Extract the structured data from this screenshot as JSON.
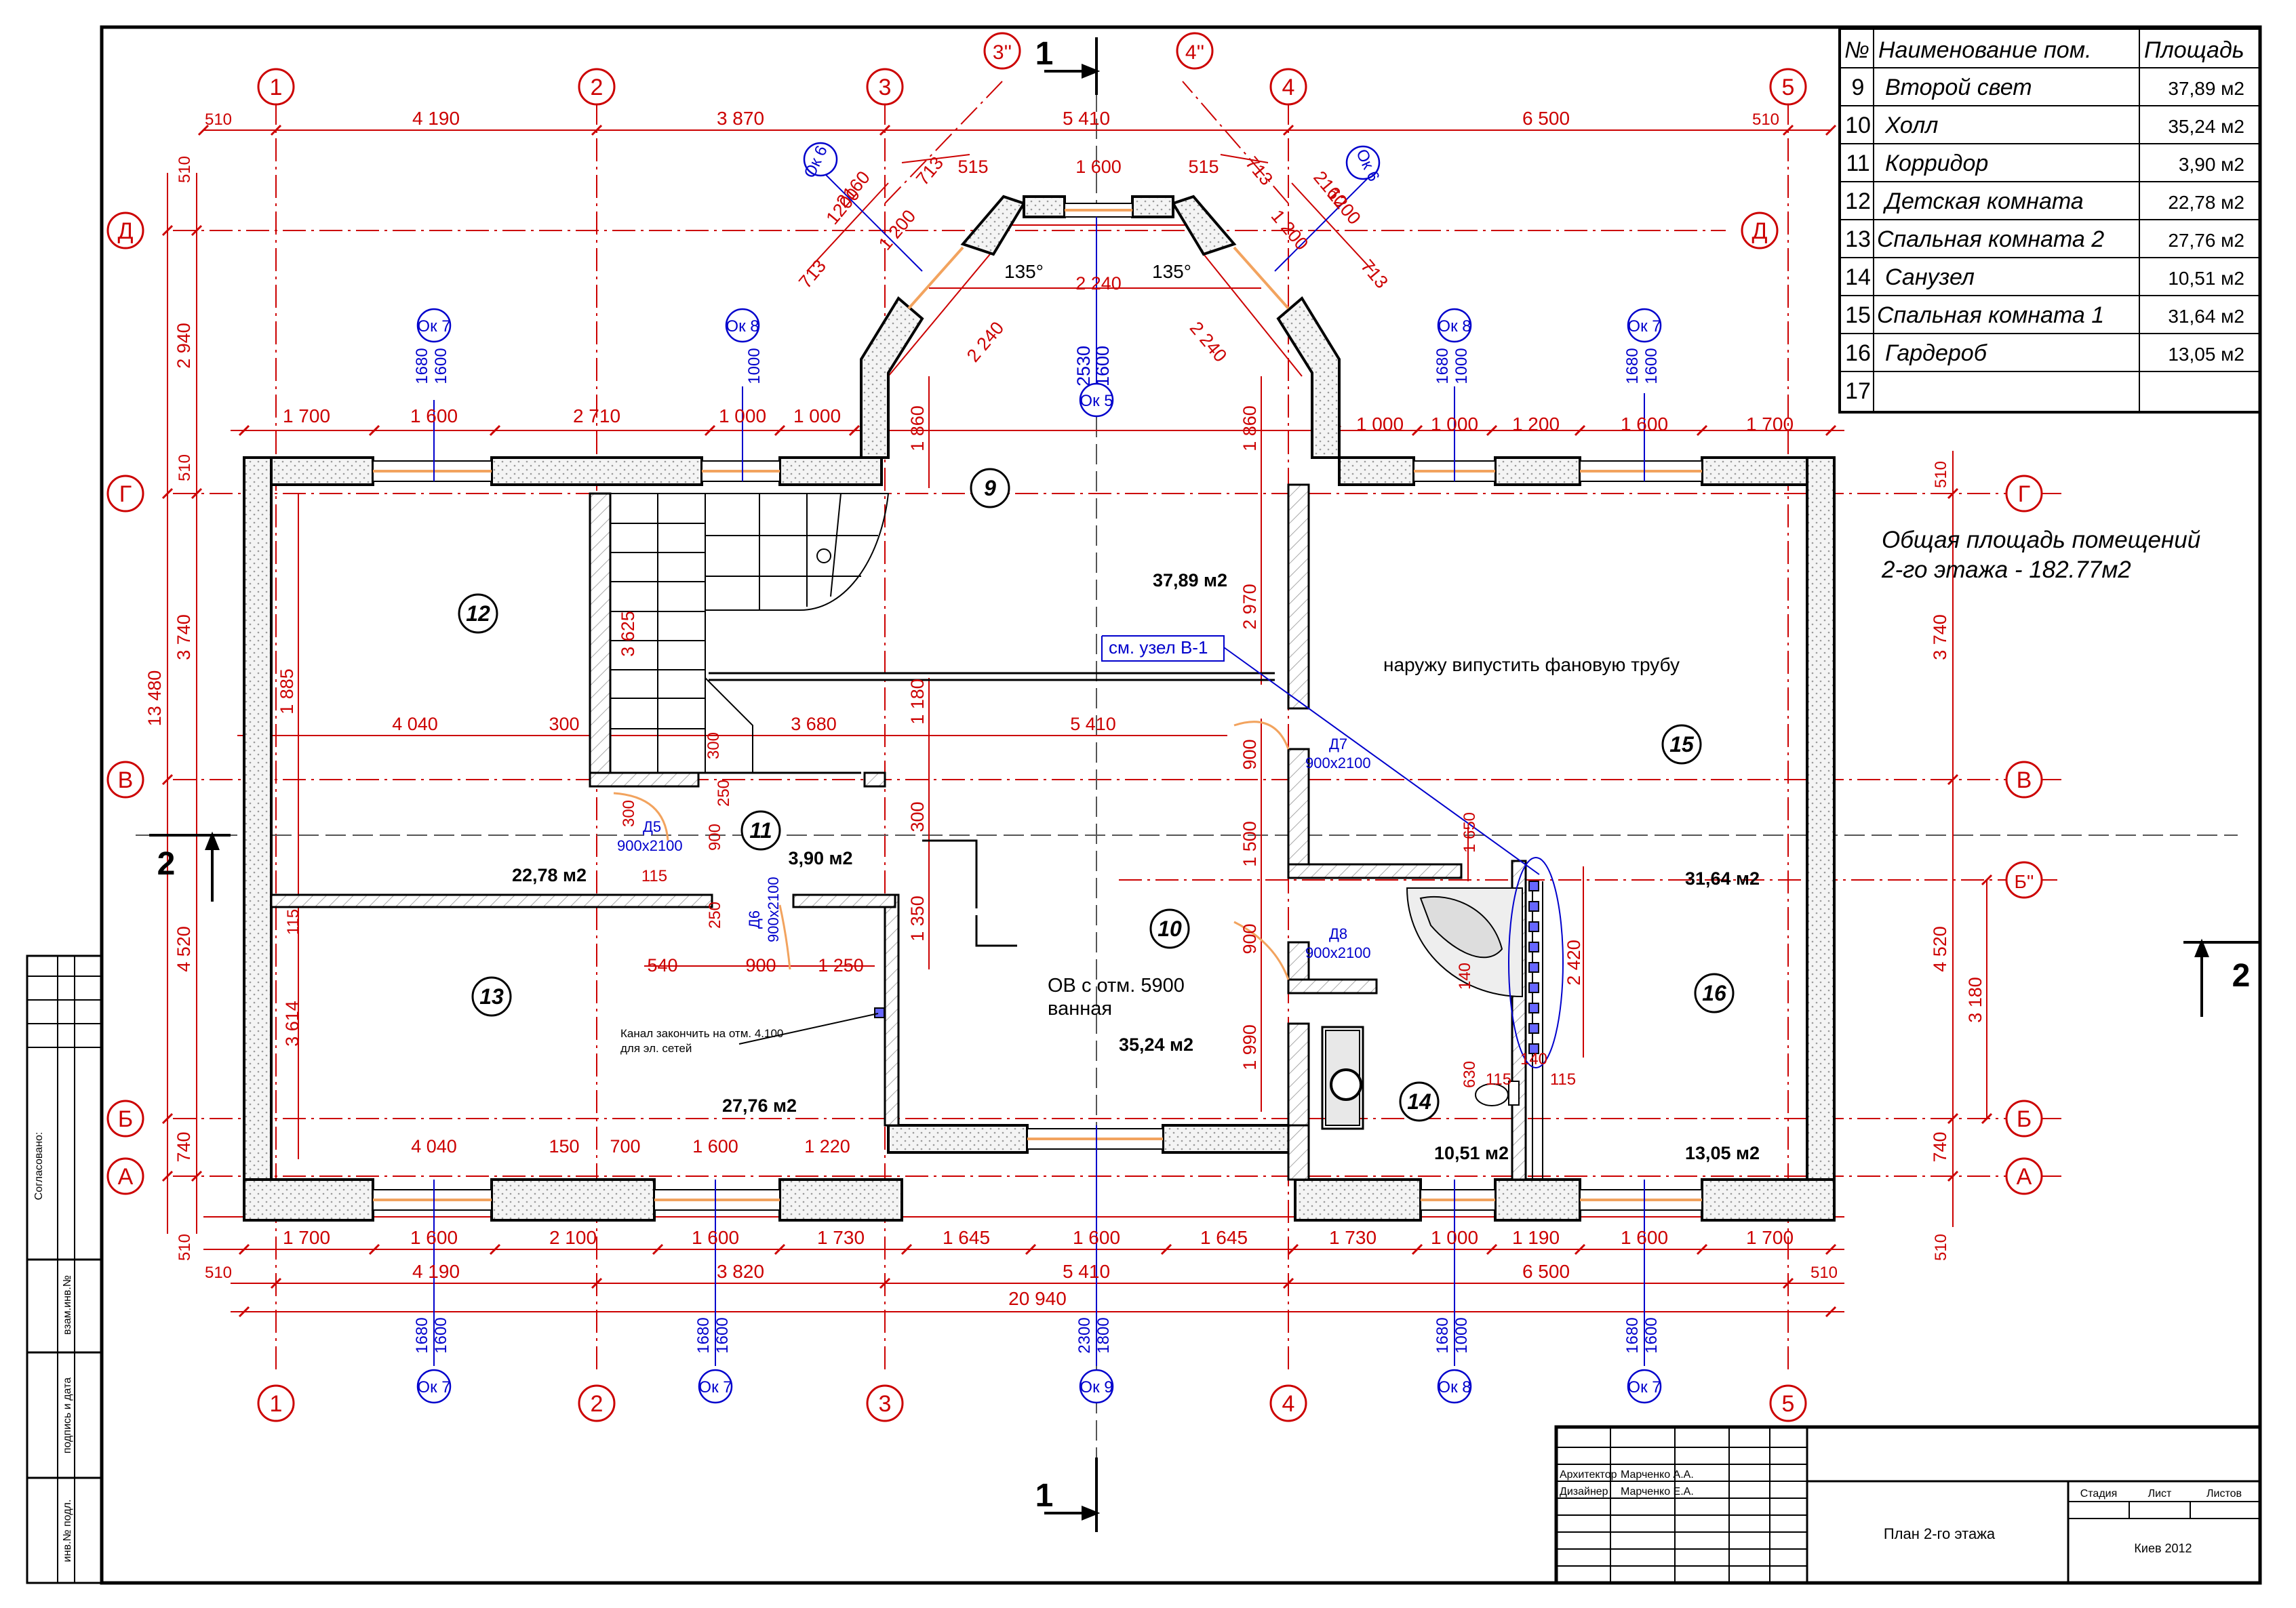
{
  "colors": {
    "axis": "#cc0000",
    "window": "#0000cc",
    "wall": "#000000",
    "hatch": "#9a9a9a",
    "glass": "#f2a35e"
  },
  "axes": {
    "columns": [
      "1",
      "2",
      "3",
      "3''",
      "4''",
      "4",
      "5"
    ],
    "rows": [
      "Д",
      "Г",
      "В",
      "Б''",
      "Б",
      "А"
    ]
  },
  "sections": {
    "section1": "1",
    "section2": "2"
  },
  "room_table": {
    "headers": [
      "№",
      "Наименование пом.",
      "Площадь"
    ],
    "rows": [
      {
        "num": "9",
        "name": "Второй свет",
        "area": "37,89 м2"
      },
      {
        "num": "10",
        "name": "Холл",
        "area": "35,24 м2"
      },
      {
        "num": "11",
        "name": "Корридор",
        "area": "3,90 м2"
      },
      {
        "num": "12",
        "name": "Детская комната",
        "area": "22,78 м2"
      },
      {
        "num": "13",
        "name": "Спальная комната 2",
        "area": "27,76 м2"
      },
      {
        "num": "14",
        "name": "Санузел",
        "area": "10,51 м2"
      },
      {
        "num": "15",
        "name": "Спальная комната 1",
        "area": "31,64 м2"
      },
      {
        "num": "16",
        "name": "Гардероб",
        "area": "13,05 м2"
      },
      {
        "num": "17",
        "name": "",
        "area": ""
      }
    ]
  },
  "total_area": {
    "line1": "Общая площадь помещений",
    "line2": "2-го этажа - 182.77м2"
  },
  "rooms": {
    "r9": "9",
    "r10": "10",
    "r11": "11",
    "r12": "12",
    "r13": "13",
    "r14": "14",
    "r15": "15",
    "r16": "16"
  },
  "areas": {
    "a9": "37,89 м2",
    "a10": "35,24 м2",
    "a11": "3,90 м2",
    "a12": "22,78 м2",
    "a13": "27,76 м2",
    "a14": "10,51 м2",
    "a15": "31,64 м2",
    "a16": "13,05 м2"
  },
  "dims": {
    "top": [
      "510",
      "4 190",
      "3 870",
      "5 410",
      "6 500",
      "510"
    ],
    "top_wall_left": [
      "1 700",
      "1 600",
      "2 710",
      "1 000",
      "1 000"
    ],
    "top_wall_right": [
      "1 000",
      "1 000",
      "1 200",
      "1 600",
      "1 700"
    ],
    "bay": [
      "515",
      "1 600",
      "515",
      "713",
      "713",
      "713",
      "713",
      "2160",
      "1200",
      "2160",
      "1200",
      "1 200",
      "1 200",
      "2 240",
      "2 240",
      "2 240",
      "135°",
      "135°",
      "2530",
      "1600",
      "1 860",
      "1 860"
    ],
    "bottom_wall": [
      "1 700",
      "1 600",
      "2 100",
      "1 600",
      "1 730",
      "1 645",
      "1 600",
      "1 645",
      "1 730",
      "1 000",
      "1 190",
      "1 600",
      "1 700"
    ],
    "bottom_axes": [
      "510",
      "4 190",
      "3 820",
      "5 410",
      "6 500",
      "510"
    ],
    "overall": "20 940",
    "left": [
      "510",
      "2 940",
      "510",
      "3 740",
      "4 520",
      "740",
      "510",
      "13 480"
    ],
    "right": [
      "510",
      "3 740",
      "4 520",
      "740",
      "510",
      "3 180"
    ],
    "interior": [
      "1 885",
      "4 040",
      "300",
      "3 680",
      "5 410",
      "3 625",
      "1 180",
      "2 970",
      "900",
      "1 500",
      "1 350",
      "1 990",
      "300",
      "250",
      "300",
      "900",
      "300",
      "115",
      "250",
      "540",
      "900",
      "1 250",
      "115",
      "3 614",
      "4 040",
      "150",
      "700",
      "1 600",
      "1 220",
      "1 650",
      "2 420",
      "140",
      "140",
      "115",
      "115",
      "630",
      "900"
    ]
  },
  "windows": {
    "ok7": "Ок 7",
    "ok8": "Ок 8",
    "ok6": "Ок 6",
    "ok5": "Ок 5",
    "ok9": "Ок 9",
    "h1680": "1680",
    "h1600": "1600",
    "h1000": "1000",
    "h2300": "2300",
    "h1800": "1800"
  },
  "doors": {
    "d5": "Д5",
    "d6": "Д6",
    "d7": "Д7",
    "d8": "Д8",
    "size": "900x2100"
  },
  "notes": {
    "node": "см. узел В-1",
    "fan_pipe": "наружу випустить фановую трубу",
    "ov_line1": "ОВ с отм. 5900",
    "ov_line2": "ванная",
    "canal_line1": "Канал закончить на отм. 4.100",
    "canal_line2": "для эл. сетей"
  },
  "stamp": {
    "architect_role": "Архитектор",
    "architect_name": "Марченко А.А.",
    "designer_role": "Дизайнер",
    "designer_name": "Марченко Е.А.",
    "title": "План 2-го этажа",
    "stage": "Стадия",
    "sheet": "Лист",
    "sheets": "Листов",
    "org": "Киев 2012"
  },
  "side_stamp": {
    "agreed": "Согласовано:",
    "inv_orig": "инв.№ подл.",
    "sign_date": "подпись и дата",
    "inv_repl": "взам.инв.№"
  }
}
